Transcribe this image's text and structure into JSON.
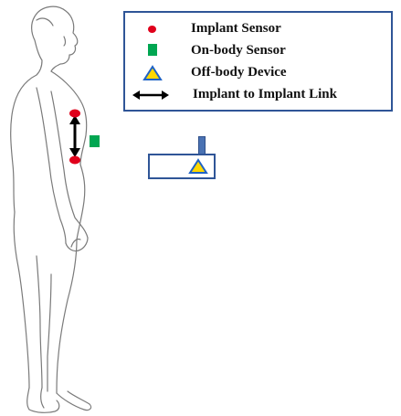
{
  "legend": {
    "items": [
      {
        "symbol": "red-dot-icon",
        "label": "Implant Sensor"
      },
      {
        "symbol": "green-square-icon",
        "label": "On-body Sensor"
      },
      {
        "symbol": "yellow-triangle-icon",
        "label": "Off-body Device"
      },
      {
        "symbol": "double-arrow-icon",
        "label": "Implant to Implant Link"
      }
    ]
  },
  "colors": {
    "implant": "#e0001b",
    "onbody": "#00a651",
    "triangle_fill": "#ffd800",
    "triangle_stroke": "#1f63c6",
    "box_border": "#2f5597",
    "body_outline": "#6e6e6e"
  }
}
